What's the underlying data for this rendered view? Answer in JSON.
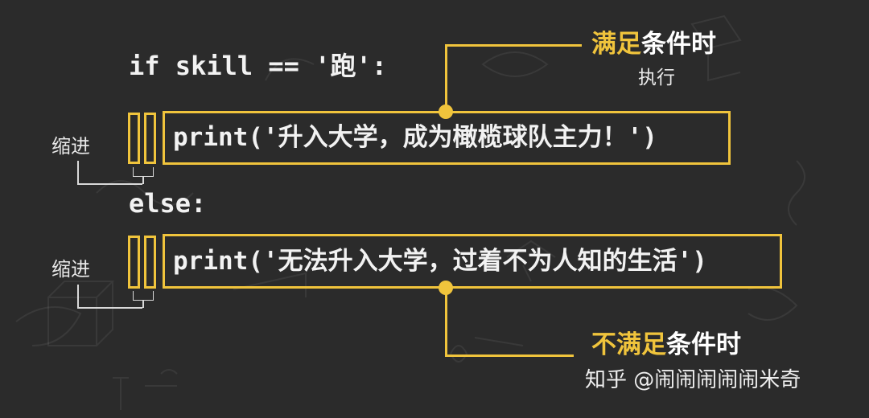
{
  "code": {
    "if_line": "if skill == '跑':",
    "print_true": "print('升入大学，成为橄榄球队主力！')",
    "else_line": "else:",
    "print_false": "print('无法升入大学，过着不为人知的生活')"
  },
  "annotations": {
    "true_condition_highlight": "满足",
    "true_condition_rest": "条件时",
    "execute": "执行",
    "false_condition_highlight": "不满足",
    "false_condition_rest": "条件时",
    "indent_top": "缩进",
    "indent_bottom": "缩进"
  },
  "watermark": "知乎 @闹闹闹闹闹米奇",
  "colors": {
    "accent": "#f0c43c",
    "background": "#2b2b2b",
    "text": "#f2f2f2"
  }
}
